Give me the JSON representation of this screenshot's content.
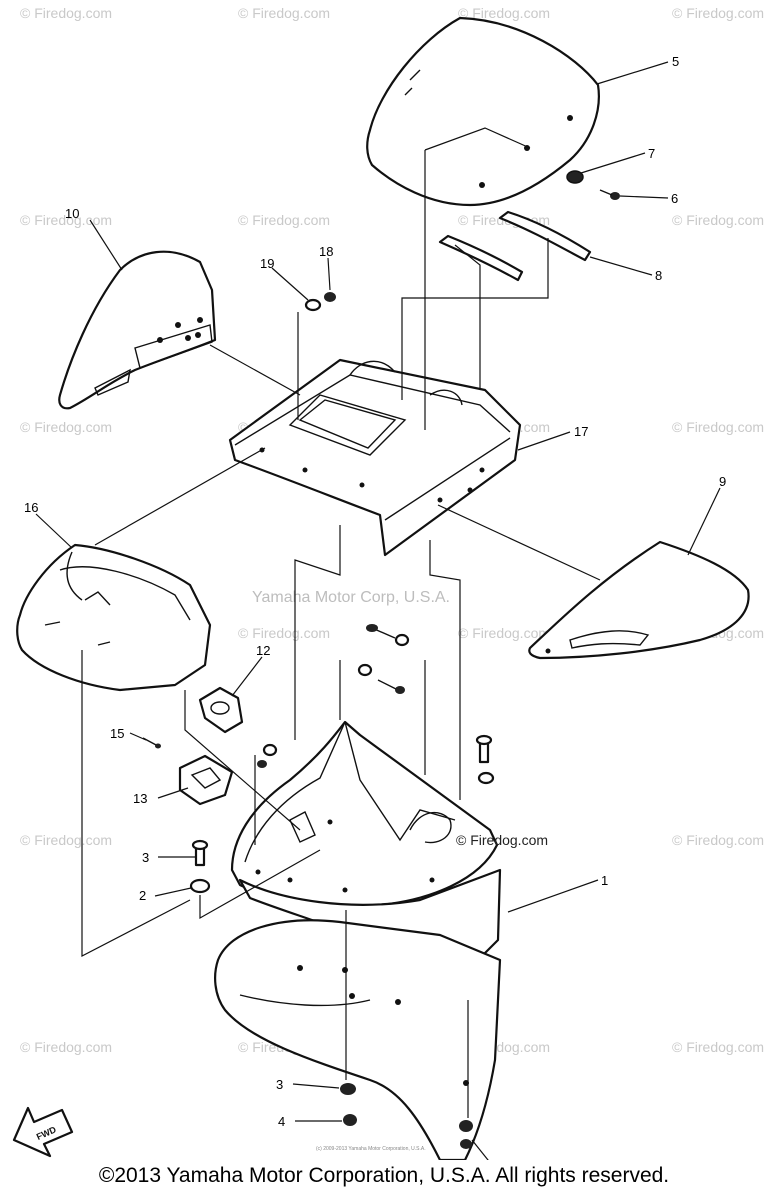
{
  "watermark": "© Firedog.com",
  "watermark_inline": "© Firedog.com",
  "credit": "Yamaha Motor Corp, U.S.A.",
  "fine_print": "(c) 2009-2013 Yamaha Motor Corporation, U.S.A.",
  "copyright": "©2013 Yamaha Motor Corporation, U.S.A. All rights reserved.",
  "fwd_label": "FWD",
  "callouts": [
    "1",
    "2",
    "3",
    "3",
    "4",
    "5",
    "6",
    "7",
    "8",
    "9",
    "10",
    "12",
    "13",
    "15",
    "16",
    "17",
    "18",
    "19"
  ]
}
